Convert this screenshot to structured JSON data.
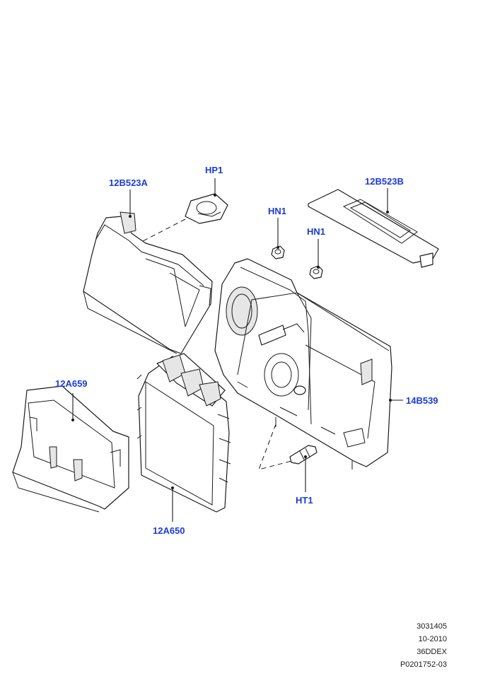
{
  "callouts": {
    "hp1": "HP1",
    "b523a": "12B523A",
    "b523b": "12B523B",
    "hn1_left": "HN1",
    "hn1_right": "HN1",
    "a659": "12A659",
    "a650": "12A650",
    "b539": "14B539",
    "ht1": "HT1"
  },
  "reference": {
    "drawing_no": "3031405",
    "date": "10-2010",
    "model": "36DDEX",
    "part_ref": "P0201752-03"
  },
  "colors": {
    "callout_text": "#1a3adb",
    "line": "#1a1a1a"
  }
}
